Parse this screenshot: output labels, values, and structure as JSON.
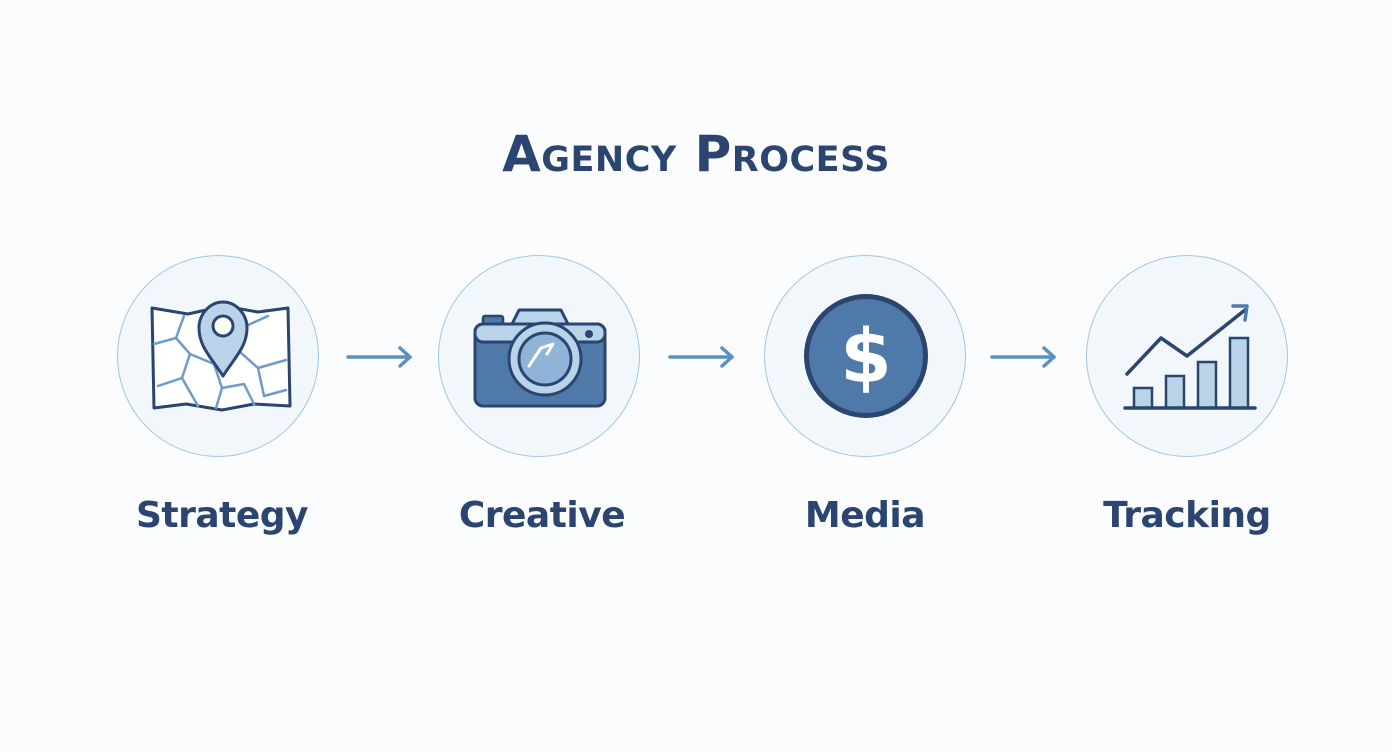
{
  "title": "Agency Process",
  "steps": [
    {
      "label": "Strategy",
      "icon": "map-pin-icon"
    },
    {
      "label": "Creative",
      "icon": "camera-icon"
    },
    {
      "label": "Media",
      "icon": "dollar-coin-icon"
    },
    {
      "label": "Tracking",
      "icon": "growth-chart-icon"
    }
  ],
  "colors": {
    "title": "#2b4570",
    "icon_dark": "#2b4570",
    "icon_mid": "#4f79a8",
    "icon_light": "#b9d3e8",
    "circle_border": "#9fc6e0",
    "circle_fill": "#f1f7fb",
    "arrow": "#5a91bf"
  }
}
